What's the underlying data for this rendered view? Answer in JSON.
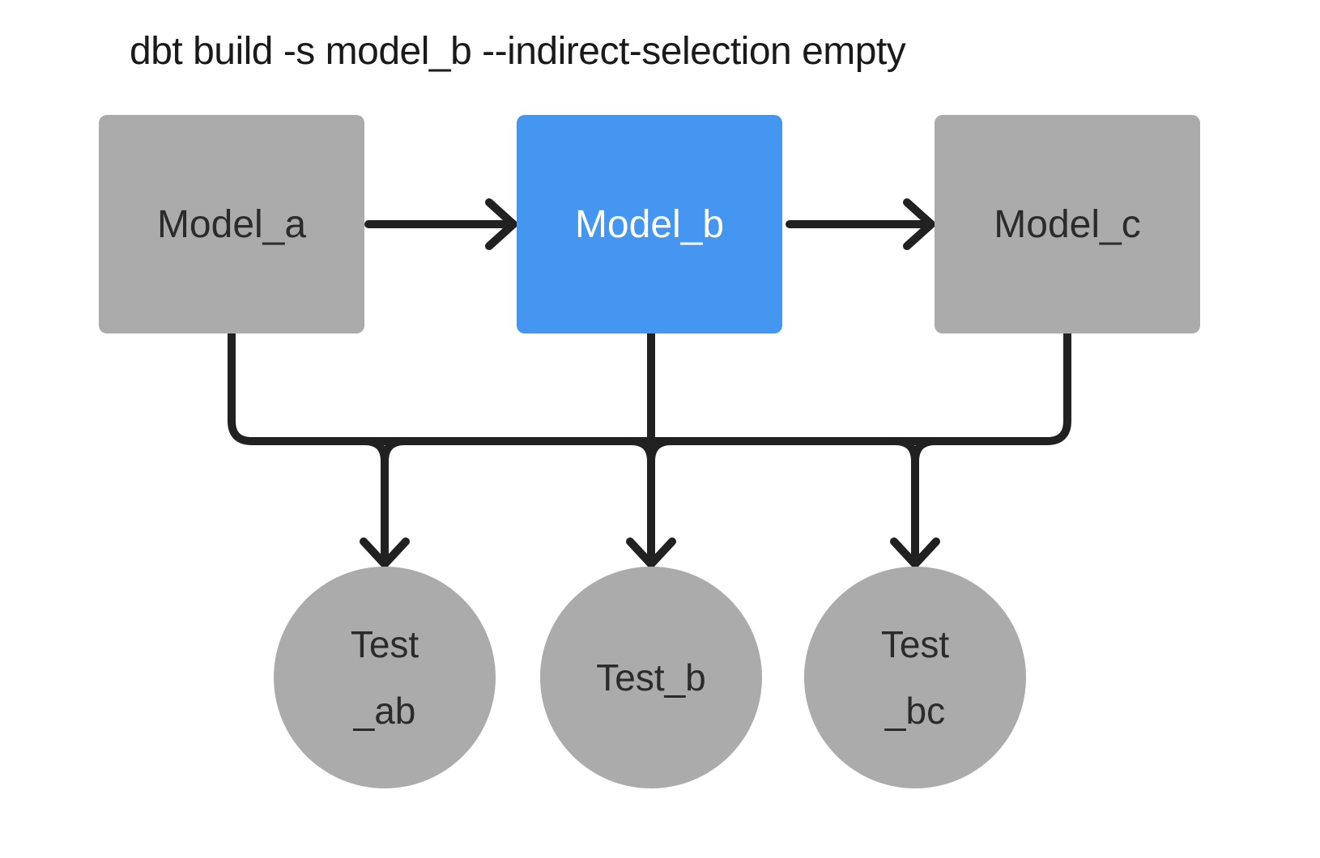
{
  "title": "dbt build -s model_b --indirect-selection empty",
  "colors": {
    "background": "#ffffff",
    "edge": "#212121",
    "node_gray": "#ababab",
    "node_selected": "#4496f0",
    "text_dark": "#2b2b2b",
    "text_light": "#ffffff",
    "title_text": "#1a1a1a"
  },
  "nodes": {
    "models": [
      {
        "id": "model-a",
        "label": "Model_a",
        "selected": false
      },
      {
        "id": "model-b",
        "label": "Model_b",
        "selected": true
      },
      {
        "id": "model-c",
        "label": "Model_c",
        "selected": false
      }
    ],
    "tests": [
      {
        "id": "test-ab",
        "label_lines": [
          "Test",
          "_ab"
        ]
      },
      {
        "id": "test-b",
        "label_lines": [
          "Test_b"
        ]
      },
      {
        "id": "test-bc",
        "label_lines": [
          "Test",
          "_bc"
        ]
      }
    ]
  },
  "edges": [
    {
      "from": "Model_a",
      "to": "Model_b"
    },
    {
      "from": "Model_b",
      "to": "Model_c"
    },
    {
      "from": "Model_a",
      "to": "Test_ab"
    },
    {
      "from": "Model_b",
      "to": "Test_ab"
    },
    {
      "from": "Model_b",
      "to": "Test_b"
    },
    {
      "from": "Model_b",
      "to": "Test_bc"
    },
    {
      "from": "Model_c",
      "to": "Test_bc"
    }
  ]
}
